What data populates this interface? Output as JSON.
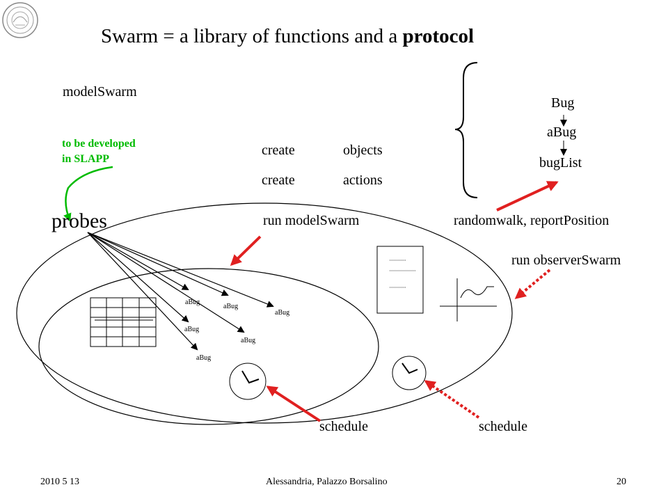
{
  "title": {
    "prefix": "Swarm = a library of functions and a ",
    "emphasis": "protocol"
  },
  "labels": {
    "model_swarm": "modelSwarm",
    "to_be_developed_line1": "to be developed",
    "to_be_developed_line2": "in SLAPP",
    "probes": "probes",
    "create1": "create",
    "objects": "objects",
    "create2": "create",
    "actions": "actions",
    "run_model_swarm": "run modelSwarm",
    "methods": "randomwalk, reportPosition",
    "run_observer_swarm": "run observerSwarm",
    "schedule_left": "schedule",
    "schedule_right": "schedule"
  },
  "hierarchy": [
    "Bug",
    "aBug",
    "bugList"
  ],
  "agents": [
    "aBug",
    "aBug",
    "aBug",
    "aBug",
    "aBug",
    "aBug"
  ],
  "footer": {
    "date": "2010 5 13",
    "venue": "Alessandria, Palazzo Borsalino",
    "page": "20"
  },
  "colors": {
    "arrow_red": "#e02020",
    "arrow_green": "#00bb00",
    "line": "#000000"
  }
}
